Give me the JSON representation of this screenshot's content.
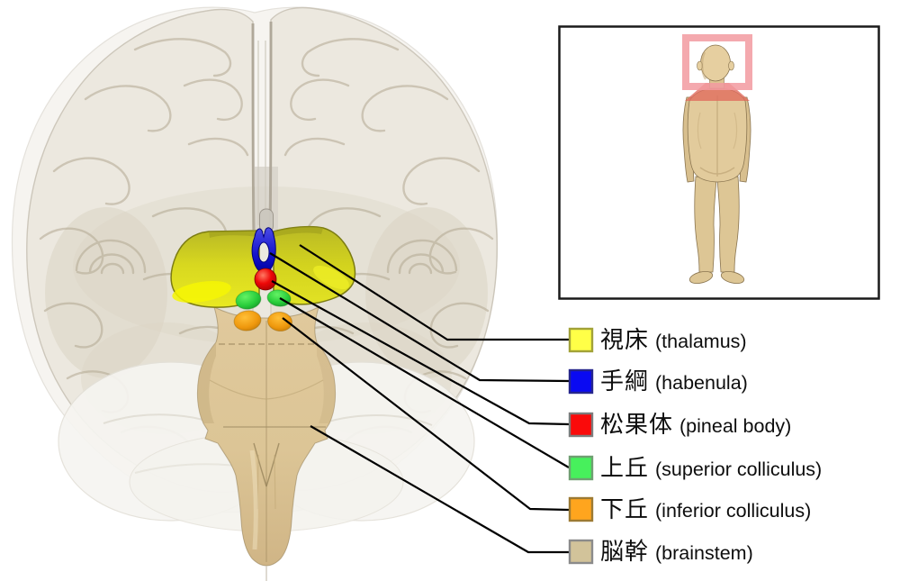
{
  "figure": {
    "subject_jp": "脳の模式図",
    "subject_en": "brain posterior view with deep structures highlighted"
  },
  "legend": {
    "items": [
      {
        "id": "thalamus",
        "jp": "視床",
        "en": "(thalamus)",
        "color": "#ffff47",
        "border": "#a2a238"
      },
      {
        "id": "habenula",
        "jp": "手綱",
        "en": "(habenula)",
        "color": "#0a0af2",
        "border": "#26268c"
      },
      {
        "id": "pineal-body",
        "jp": "松果体",
        "en": "(pineal body)",
        "color": "#fa0a0a",
        "border": "#7c7c7c"
      },
      {
        "id": "superior-colliculus",
        "jp": "上丘",
        "en": "(superior colliculus)",
        "color": "#47f05c",
        "border": "#6f9f72"
      },
      {
        "id": "inferior-colliculus",
        "jp": "下丘",
        "en": "(inferior colliculus)",
        "color": "#ffa51e",
        "border": "#9c7a33"
      },
      {
        "id": "brainstem",
        "jp": "脳幹",
        "en": "(brainstem)",
        "color": "#d2c39a",
        "border": "#8b8b8b"
      }
    ]
  },
  "inset": {
    "highlight_color": "#f29aa0",
    "body_color": "#e2cb9c",
    "highlighted_region": "head"
  }
}
